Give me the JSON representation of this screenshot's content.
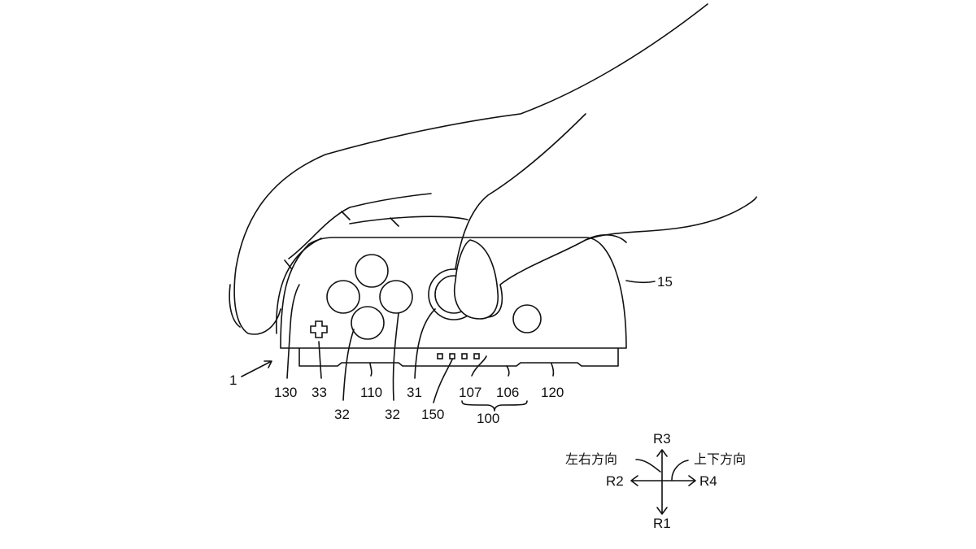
{
  "figure": {
    "reference_labels": {
      "device": "1",
      "housing": "15",
      "curved_part": "130",
      "dpad": "33",
      "button_a": "32",
      "button_b": "32",
      "stick": "31",
      "rail_left": "110",
      "indicators": "150",
      "part_107": "107",
      "part_106": "106",
      "rail_right": "120",
      "group_100": "100"
    },
    "direction_legend": {
      "r1": "R1",
      "r2": "R2",
      "r3": "R3",
      "r4": "R4",
      "horizontal_label": "左右方向",
      "vertical_label": "上下方向"
    }
  }
}
